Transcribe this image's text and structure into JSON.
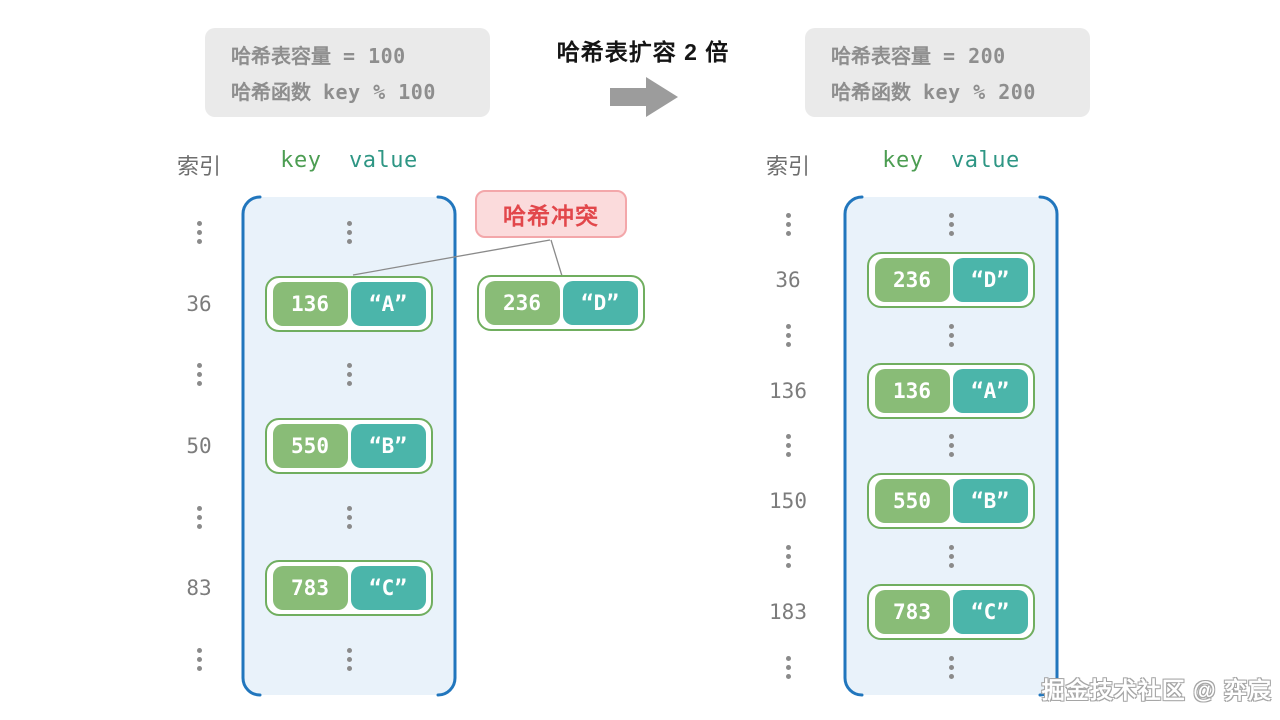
{
  "top": {
    "before": {
      "capacity_label": "哈希表容量",
      "capacity_value": "= 100",
      "hash_label": "哈希函数",
      "hash_value": "key % 100"
    },
    "title": "哈希表扩容 2 倍",
    "after": {
      "capacity_label": "哈希表容量",
      "capacity_value": "= 200",
      "hash_label": "哈希函数",
      "hash_value": "key % 200"
    }
  },
  "collision": {
    "label": "哈希冲突",
    "pair": {
      "key": "236",
      "value": "“D”"
    }
  },
  "before_table": {
    "index_header": "索引",
    "key_header": "key",
    "value_header": "value",
    "rows": [
      {
        "type": "dots"
      },
      {
        "type": "pair",
        "index": "36",
        "key": "136",
        "value": "“A”"
      },
      {
        "type": "dots"
      },
      {
        "type": "pair",
        "index": "50",
        "key": "550",
        "value": "“B”"
      },
      {
        "type": "dots"
      },
      {
        "type": "pair",
        "index": "83",
        "key": "783",
        "value": "“C”"
      },
      {
        "type": "dots"
      }
    ]
  },
  "after_table": {
    "index_header": "索引",
    "key_header": "key",
    "value_header": "value",
    "rows": [
      {
        "type": "dots"
      },
      {
        "type": "pair",
        "index": "36",
        "key": "236",
        "value": "“D”"
      },
      {
        "type": "dots"
      },
      {
        "type": "pair",
        "index": "136",
        "key": "136",
        "value": "“A”"
      },
      {
        "type": "dots"
      },
      {
        "type": "pair",
        "index": "150",
        "key": "550",
        "value": "“B”"
      },
      {
        "type": "dots"
      },
      {
        "type": "pair",
        "index": "183",
        "key": "783",
        "value": "“C”"
      },
      {
        "type": "dots"
      }
    ]
  },
  "watermark": "掘金技术社区 @ 弈宸",
  "colors": {
    "container_fill": "#E9F2FA",
    "container_border": "#2176BD",
    "key_green": "#89BC77",
    "value_teal": "#4BB5AA",
    "pair_border": "#70AE5F",
    "collision_text": "#E2474B",
    "collision_bg": "#FBDBDC",
    "collision_border": "#F3A7AA",
    "infobox_bg": "#EAEAEA",
    "infobox_text": "#8E8E8E",
    "arrow_gray": "#9C9C9C",
    "key_header": "#4C9D52",
    "value_header": "#2E9684",
    "index_text": "#7C7C7C"
  }
}
